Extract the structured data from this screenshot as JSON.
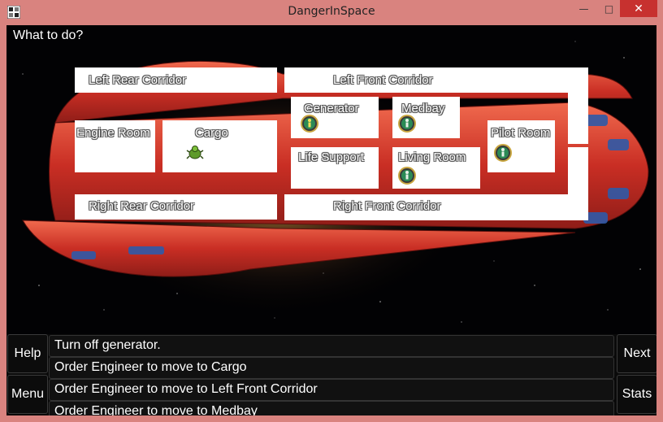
{
  "window": {
    "title": "DangerInSpace",
    "minimize_glyph": "—",
    "maximize_glyph": "□",
    "close_glyph": "✕"
  },
  "prompt": "What to do?",
  "rooms": {
    "left_rear_corridor": "Left Rear Corridor",
    "left_front_corridor": "Left Front Corridor",
    "engine_room": "Engine Room",
    "cargo": "Cargo",
    "generator": "Generator",
    "medbay": "Medbay",
    "pilot_room": "Pilot Room",
    "life_support": "Life Support",
    "living_room": "Living Room",
    "right_rear_corridor": "Right Rear Corridor",
    "right_front_corridor": "Right Front Corridor"
  },
  "buttons": {
    "help": "Help",
    "menu": "Menu",
    "next": "Next",
    "stats": "Stats"
  },
  "options": [
    "Turn off generator.",
    "Order Engineer to move to Cargo",
    "Order Engineer to move to Left Front Corridor",
    "Order Engineer to move to Medbay"
  ],
  "icons": {
    "app": "app-window-icon",
    "crew": "crew-badge-icon",
    "alien": "alien-bug-icon"
  },
  "colors": {
    "titlebar": "#d9837f",
    "close": "#c7312f",
    "hull": "#d8372c",
    "hull_panel": "#2f5aa8",
    "crew_badge": "#2b8a55"
  }
}
